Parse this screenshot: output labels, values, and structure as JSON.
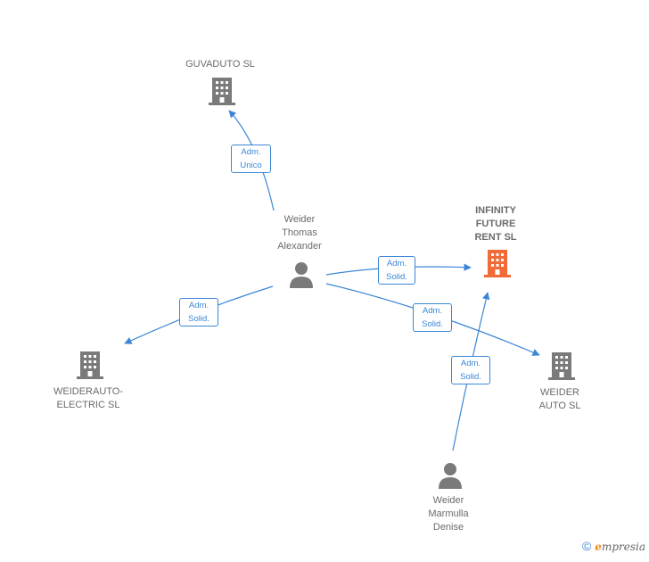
{
  "nodes": {
    "guvaduto": {
      "label": "GUVADUTO SL",
      "kind": "company"
    },
    "infinity": {
      "label": "INFINITY\nFUTURE\nRENT  SL",
      "kind": "company-focus"
    },
    "weiderauto_electric": {
      "label": "WEIDERAUTO-\nELECTRIC  SL",
      "kind": "company"
    },
    "weider_auto": {
      "label": "WEIDER\nAUTO SL",
      "kind": "company"
    },
    "weider_thomas": {
      "label": "Weider\nThomas\nAlexander",
      "kind": "person"
    },
    "weider_marmulla": {
      "label": "Weider\nMarmulla\nDenise",
      "kind": "person"
    }
  },
  "relations": [
    {
      "from": "weider_thomas",
      "to": "guvaduto",
      "line1": "Adm.",
      "line2": "Unico"
    },
    {
      "from": "weider_thomas",
      "to": "infinity",
      "line1": "Adm.",
      "line2": "Solid."
    },
    {
      "from": "weider_thomas",
      "to": "weiderauto_electric",
      "line1": "Adm.",
      "line2": "Solid."
    },
    {
      "from": "weider_thomas",
      "to": "weider_auto",
      "line1": "Adm.",
      "line2": "Solid."
    },
    {
      "from": "weider_marmulla",
      "to": "infinity",
      "line1": "Adm.",
      "line2": "Solid."
    }
  ],
  "icons": {
    "company": "building-icon",
    "company_focus": "building-icon-highlighted",
    "person": "person-icon"
  },
  "colors": {
    "edge": "#3a86d6",
    "company": "#7a7a7a",
    "company_focus": "#f26a35",
    "person": "#7a7a7a",
    "text": "#6b6b6b"
  },
  "footer": {
    "copyright": "©",
    "brand_initial": "e",
    "brand_rest": "mpresia"
  }
}
